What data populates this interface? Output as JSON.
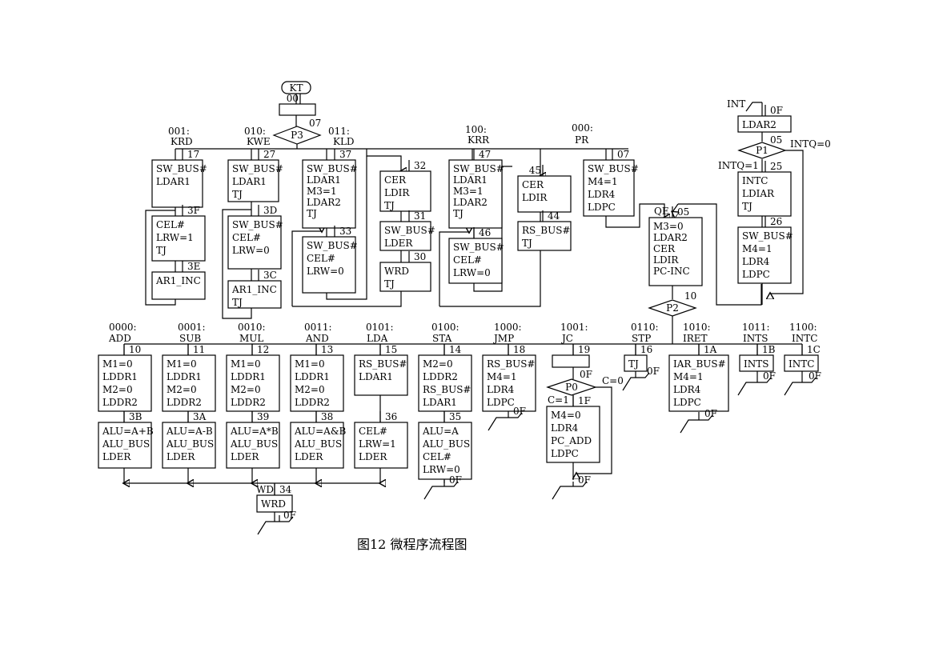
{
  "caption": "图12  微程序流程图",
  "start_label": "KT",
  "diamonds": [
    {
      "id": "p3",
      "label": "P3",
      "addr": "07"
    },
    {
      "id": "p1",
      "label": "P1",
      "addr": "05"
    },
    {
      "id": "p2",
      "label": "P2",
      "addr": "10"
    },
    {
      "id": "p0",
      "label": "P0",
      "addr": "0F"
    }
  ],
  "branch_labels": [
    {
      "id": "b-krd",
      "code": "001:",
      "name": "KRD"
    },
    {
      "id": "b-kwe",
      "code": "010:",
      "name": "KWE"
    },
    {
      "id": "b-kld",
      "code": "011:",
      "name": "KLD"
    },
    {
      "id": "b-krr",
      "code": "100:",
      "name": "KRR"
    },
    {
      "id": "b-pr",
      "code": "000:",
      "name": "PR"
    },
    {
      "id": "b-add",
      "code": "0000:",
      "name": "ADD"
    },
    {
      "id": "b-sub",
      "code": "0001:",
      "name": "SUB"
    },
    {
      "id": "b-mul",
      "code": "0010:",
      "name": "MUL"
    },
    {
      "id": "b-and",
      "code": "0011:",
      "name": "AND"
    },
    {
      "id": "b-lda",
      "code": "0101:",
      "name": "LDA"
    },
    {
      "id": "b-sta",
      "code": "0100:",
      "name": "STA"
    },
    {
      "id": "b-jmp",
      "code": "1000:",
      "name": "JMP"
    },
    {
      "id": "b-jc",
      "code": "1001:",
      "name": "JC"
    },
    {
      "id": "b-stp",
      "code": "0110:",
      "name": "STP"
    },
    {
      "id": "b-iret",
      "code": "1010:",
      "name": "IRET"
    },
    {
      "id": "b-ints",
      "code": "1011:",
      "name": "INTS"
    },
    {
      "id": "b-intc",
      "code": "1100:",
      "name": "INTC"
    }
  ],
  "boxes": [
    {
      "id": "m00",
      "addr": "00",
      "lines": []
    },
    {
      "id": "m17",
      "addr": "17",
      "lines": [
        "SW_BUS#",
        "LDAR1"
      ]
    },
    {
      "id": "m3f",
      "addr": "3F",
      "lines": [
        "CEL#",
        "LRW=1",
        "TJ"
      ]
    },
    {
      "id": "m3e",
      "addr": "3E",
      "lines": [
        "AR1_INC"
      ]
    },
    {
      "id": "m27",
      "addr": "27",
      "lines": [
        "SW_BUS#",
        "LDAR1",
        "TJ"
      ]
    },
    {
      "id": "m3d",
      "addr": "3D",
      "lines": [
        "SW_BUS#",
        "CEL#",
        "LRW=0"
      ]
    },
    {
      "id": "m3c",
      "addr": "3C",
      "lines": [
        "AR1_INC",
        "TJ"
      ]
    },
    {
      "id": "m37",
      "addr": "37",
      "lines": [
        "SW_BUS#",
        "LDAR1",
        "M3=1",
        "LDAR2",
        "TJ"
      ]
    },
    {
      "id": "m33",
      "addr": "33",
      "lines": [
        "SW_BUS#",
        "CEL#",
        "LRW=0"
      ]
    },
    {
      "id": "m32",
      "addr": "32",
      "lines": [
        "CER",
        "LDIR",
        "TJ"
      ]
    },
    {
      "id": "m31",
      "addr": "31",
      "lines": [
        "SW_BUS#",
        "LDER"
      ]
    },
    {
      "id": "m30",
      "addr": "30",
      "lines": [
        "WRD",
        "TJ"
      ]
    },
    {
      "id": "m47",
      "addr": "47",
      "lines": [
        "SW_BUS#",
        "LDAR1",
        "M3=1",
        "LDAR2",
        "TJ"
      ]
    },
    {
      "id": "m46",
      "addr": "46",
      "lines": [
        "SW_BUS#",
        "CEL#",
        "LRW=0"
      ]
    },
    {
      "id": "m45",
      "addr": "45",
      "lines": [
        "CER",
        "LDIR"
      ]
    },
    {
      "id": "m44",
      "addr": "44",
      "lines": [
        "RS_BUS#",
        "TJ"
      ]
    },
    {
      "id": "m07",
      "addr": "07",
      "lines": [
        "SW_BUS#",
        "M4=1",
        "LDR4",
        "LDPC"
      ]
    },
    {
      "id": "m05",
      "addr": "05",
      "lines": [
        "M3=0",
        "LDAR2",
        "CER",
        "LDIR",
        "PC-INC"
      ]
    },
    {
      "id": "m0f_top",
      "addr": "0F",
      "lines": [
        "LDAR2"
      ]
    },
    {
      "id": "m25",
      "addr": "25",
      "lines": [
        "INTC",
        "LDIAR",
        "TJ"
      ]
    },
    {
      "id": "m26",
      "addr": "26",
      "lines": [
        "SW_BUS#",
        "M4=1",
        "LDR4",
        "LDPC"
      ]
    },
    {
      "id": "m10",
      "addr": "10",
      "lines": [
        "M1=0",
        "LDDR1",
        "M2=0",
        "LDDR2"
      ]
    },
    {
      "id": "m3b",
      "addr": "3B",
      "lines": [
        "ALU=A+B",
        "ALU_BUS",
        "LDER"
      ]
    },
    {
      "id": "m11",
      "addr": "11",
      "lines": [
        "M1=0",
        "LDDR1",
        "M2=0",
        "LDDR2"
      ]
    },
    {
      "id": "m3a",
      "addr": "3A",
      "lines": [
        "ALU=A-B",
        "ALU_BUS",
        "LDER"
      ]
    },
    {
      "id": "m12",
      "addr": "12",
      "lines": [
        "M1=0",
        "LDDR1",
        "M2=0",
        "LDDR2"
      ]
    },
    {
      "id": "m39",
      "addr": "39",
      "lines": [
        "ALU=A*B",
        "ALU_BUS",
        "LDER"
      ]
    },
    {
      "id": "m13",
      "addr": "13",
      "lines": [
        "M1=0",
        "LDDR1",
        "M2=0",
        "LDDR2"
      ]
    },
    {
      "id": "m38",
      "addr": "38",
      "lines": [
        "ALU=A&B",
        "ALU_BUS",
        "LDER"
      ]
    },
    {
      "id": "m15",
      "addr": "15",
      "lines": [
        "RS_BUS#",
        "LDAR1"
      ]
    },
    {
      "id": "m36",
      "addr": "36",
      "lines": [
        "CEL#",
        "LRW=1",
        "LDER"
      ]
    },
    {
      "id": "m14",
      "addr": "14",
      "lines": [
        "M2=0",
        "LDDR2",
        "RS_BUS#",
        "LDAR1"
      ]
    },
    {
      "id": "m35",
      "addr": "35",
      "lines": [
        "ALU=A",
        "ALU_BUS",
        "CEL#",
        "LRW=0"
      ]
    },
    {
      "id": "m18",
      "addr": "18",
      "lines": [
        "RS_BUS#",
        "M4=1",
        "LDR4",
        "LDPC"
      ]
    },
    {
      "id": "m19",
      "addr": "19",
      "lines": []
    },
    {
      "id": "m1f",
      "addr": "1F",
      "lines": [
        "M4=0",
        "LDR4",
        "PC_ADD",
        "LDPC"
      ]
    },
    {
      "id": "m16",
      "addr": "16",
      "lines": [
        "TJ"
      ]
    },
    {
      "id": "m1a",
      "addr": "1A",
      "lines": [
        "IAR_BUS#",
        "M4=1",
        "LDR4",
        "LDPC"
      ]
    },
    {
      "id": "m1b",
      "addr": "1B",
      "lines": [
        "INTS"
      ]
    },
    {
      "id": "m1c",
      "addr": "1C",
      "lines": [
        "INTC"
      ]
    },
    {
      "id": "m34",
      "addr": "34",
      "lines": [
        "WRD"
      ]
    }
  ],
  "exits": [
    {
      "id": "x34",
      "label": "0F"
    },
    {
      "id": "x35",
      "label": "0F"
    },
    {
      "id": "x18",
      "label": "0F"
    },
    {
      "id": "xjc",
      "label": "0F"
    },
    {
      "id": "x16",
      "label": "0F"
    },
    {
      "id": "x1a",
      "label": "0F"
    },
    {
      "id": "x1b",
      "label": "0F"
    },
    {
      "id": "x1c",
      "label": "0F"
    }
  ],
  "misc_labels": {
    "int": "INT",
    "intq0": "INTQ=0",
    "intq1": "INTQ=1",
    "qe": "QE",
    "c0": "C=0",
    "c1": "C=1",
    "wd": "WD"
  }
}
